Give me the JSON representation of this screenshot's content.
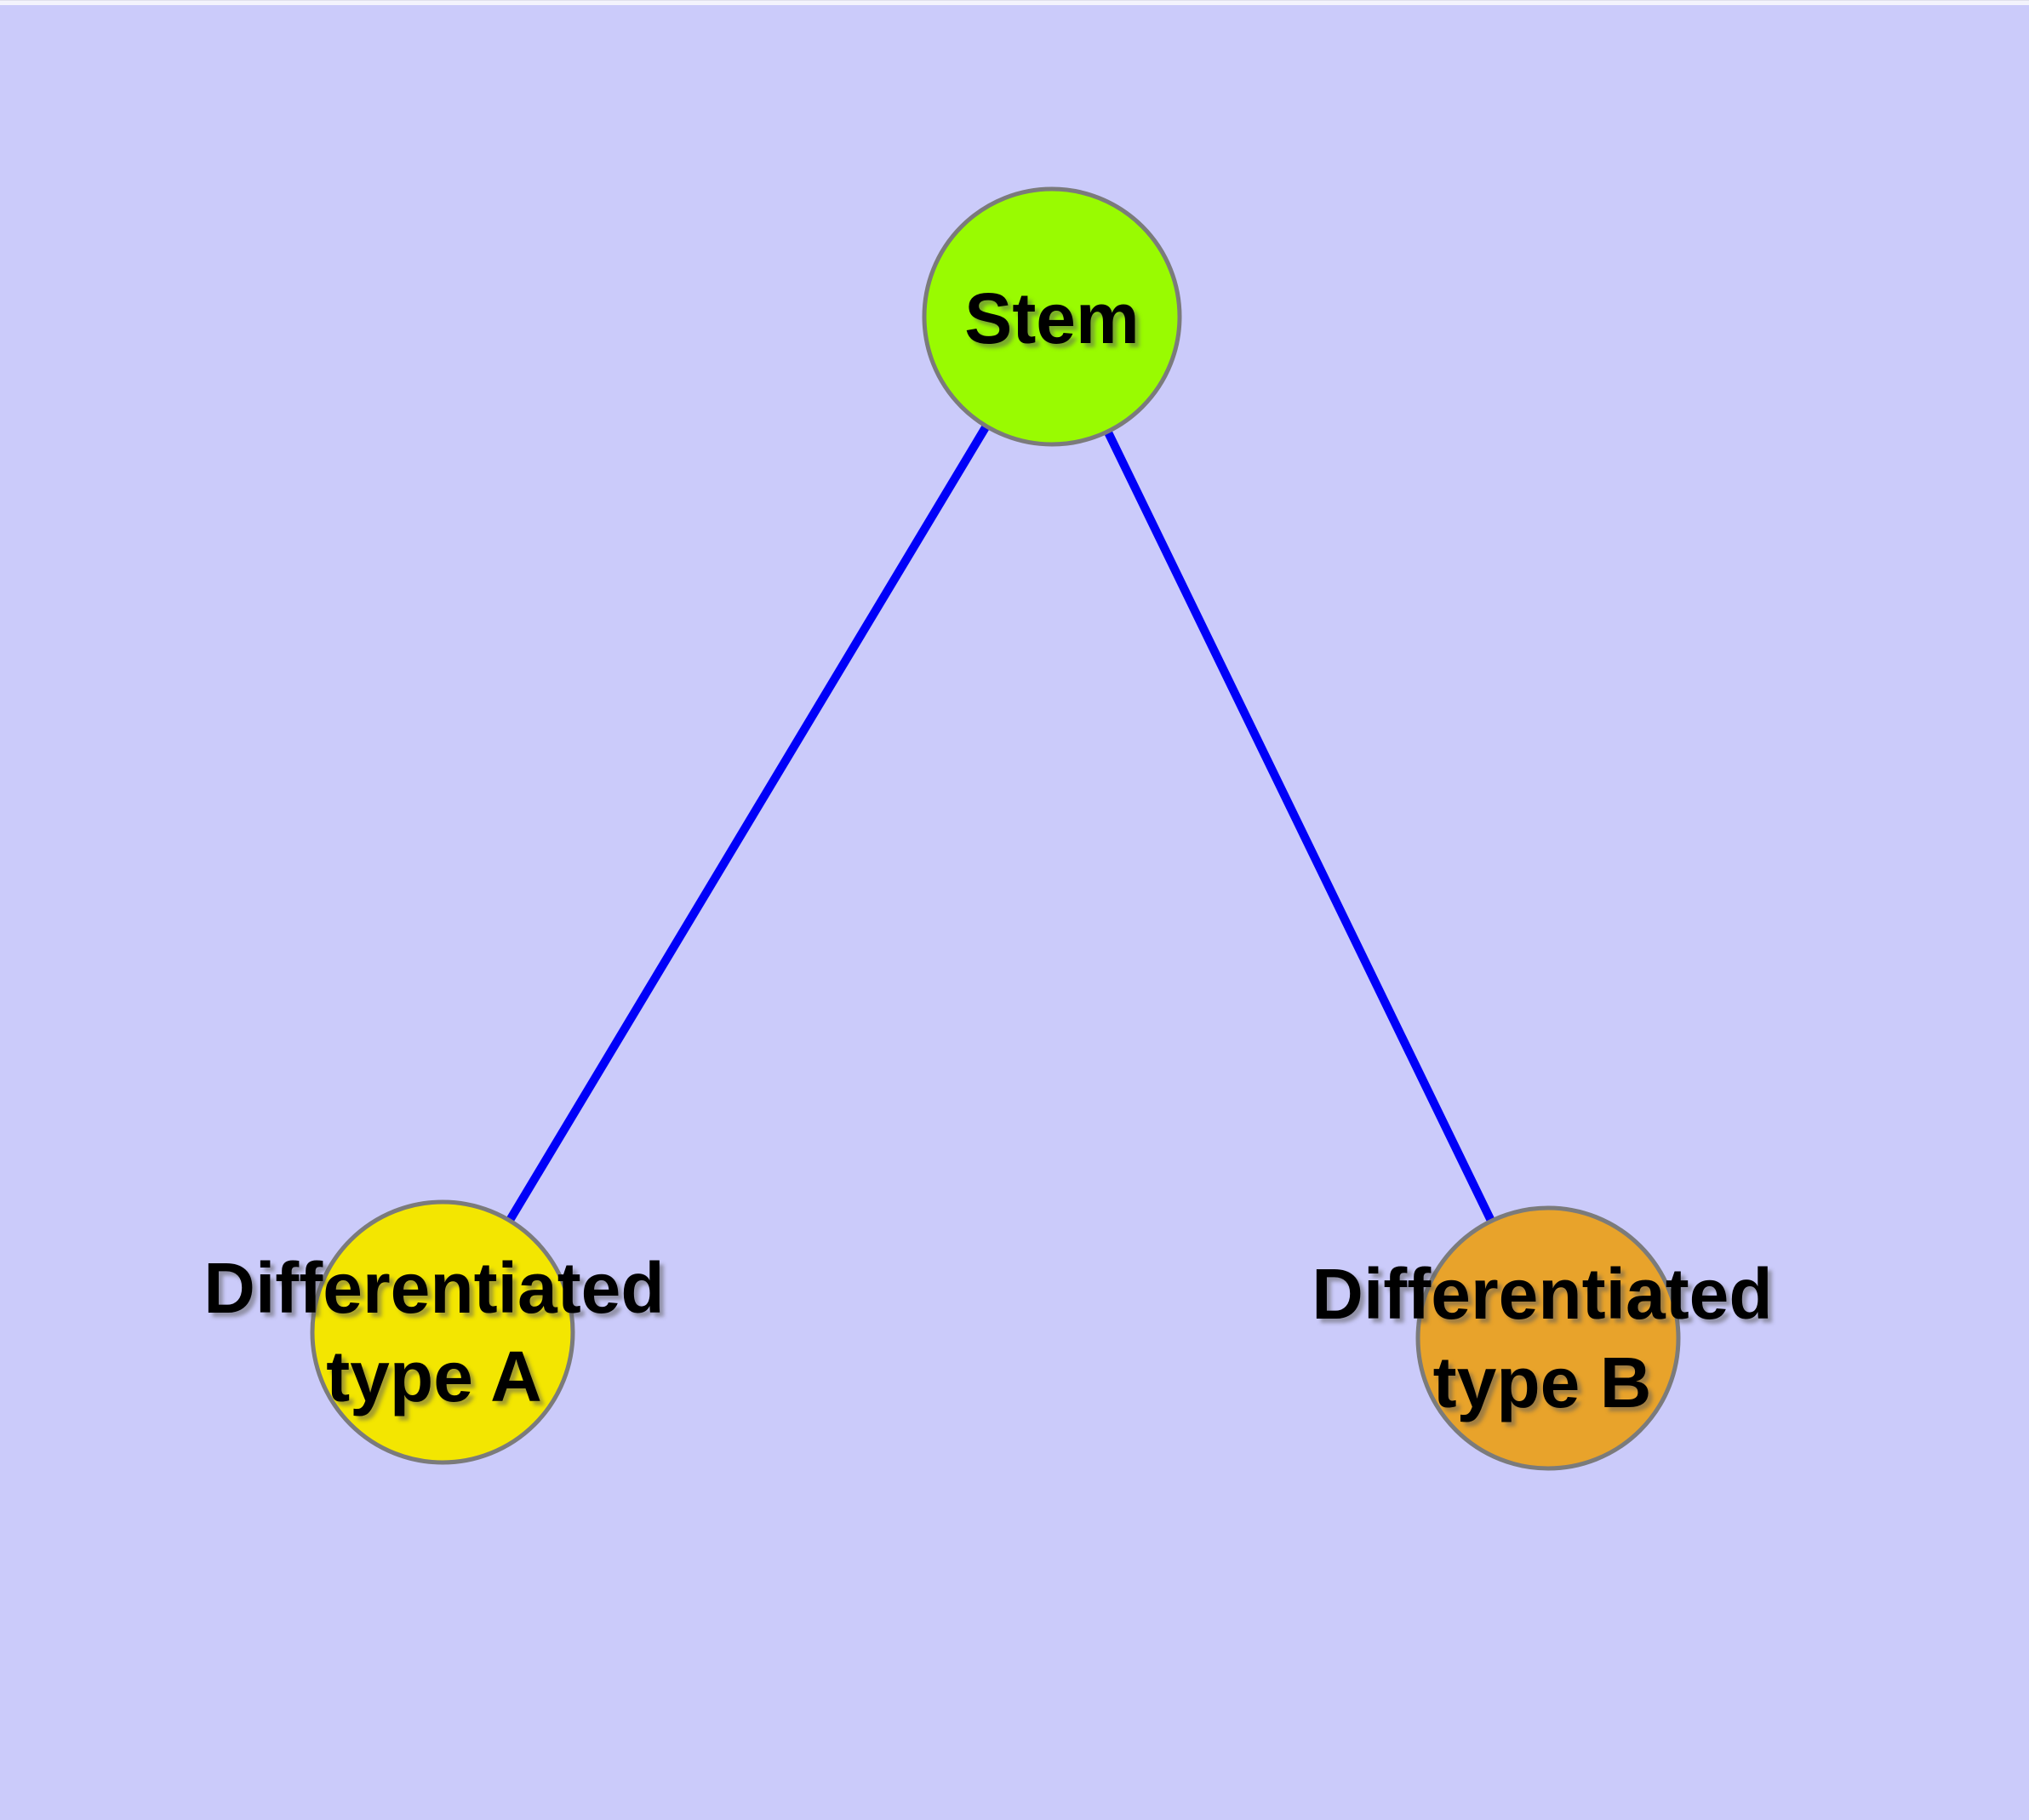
{
  "diagram": {
    "type": "graph",
    "background_color": "#CBCBFA",
    "edge_color": "#0000F8",
    "node_border_color": "#7B7B7B",
    "nodes": [
      {
        "id": "stem",
        "label_lines": [
          "Stem"
        ],
        "fill": "#99FB01"
      },
      {
        "id": "differentiated-type-a",
        "label_lines": [
          "Differentiated",
          "type A"
        ],
        "fill": "#F3E601"
      },
      {
        "id": "differentiated-type-b",
        "label_lines": [
          "Differentiated",
          "type B"
        ],
        "fill": "#E8A32B"
      }
    ],
    "edges": [
      {
        "from": "stem",
        "to": "differentiated-type-a"
      },
      {
        "from": "stem",
        "to": "differentiated-type-b"
      }
    ]
  }
}
